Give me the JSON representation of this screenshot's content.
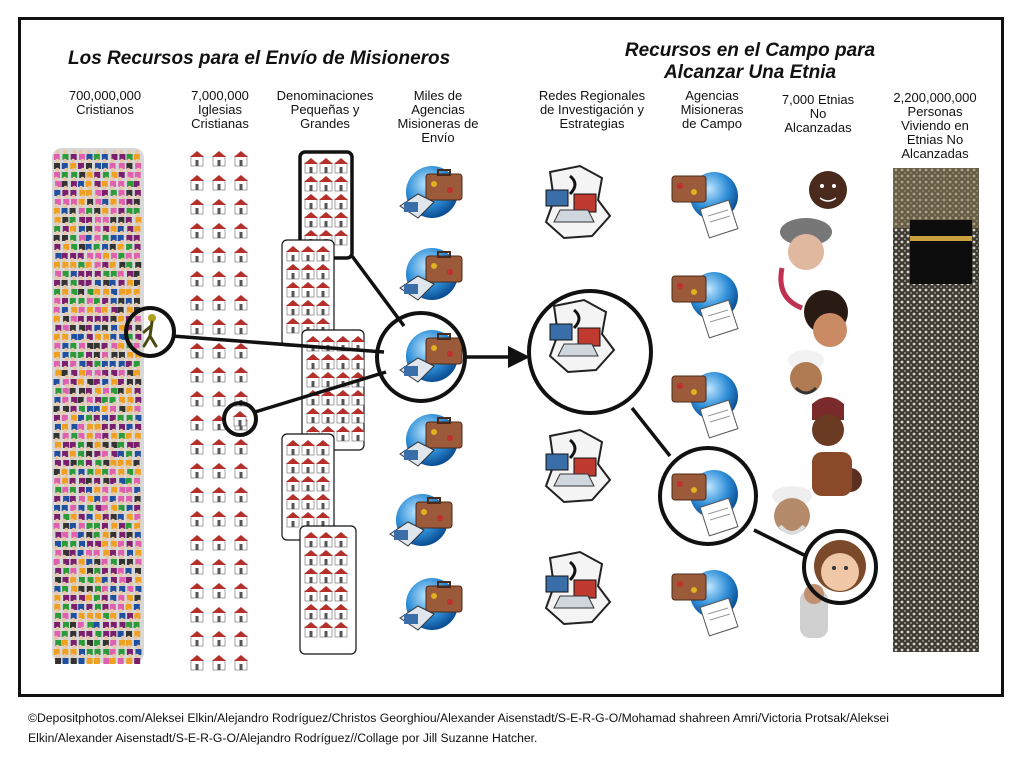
{
  "left_title": "Los Recursos para el Envío de Misioneros",
  "right_title_line1": "Recursos en el Campo para",
  "right_title_line2": "Alcanzar Una Etnia",
  "columns": [
    {
      "line1": "700,000,000",
      "line2": "Cristianos",
      "line3": "",
      "line4": ""
    },
    {
      "line1": "7,000,000",
      "line2": "Iglesias",
      "line3": "Cristianas",
      "line4": ""
    },
    {
      "line1": "Denominaciones",
      "line2": "Pequeñas y",
      "line3": "Grandes",
      "line4": ""
    },
    {
      "line1": "Miles de",
      "line2": "Agencias",
      "line3": "Misioneras de",
      "line4": "Envío"
    },
    {
      "line1": "Redes Regionales",
      "line2": "de Investigación y",
      "line3": "Estrategias",
      "line4": ""
    },
    {
      "line1": "Agencias",
      "line2": "Misioneras",
      "line3": "de Campo",
      "line4": ""
    },
    {
      "line1": "7,000 Etnias",
      "line2": "No",
      "line3": "Alcanzadas",
      "line4": ""
    },
    {
      "line1": "2,200,000,000",
      "line2": "Personas",
      "line3": "Viviendo en",
      "line4": "Etnias No Alcanzadas"
    }
  ],
  "credits_line1": "©Depositphotos.com/Aleksei Elkin/Alejandro Rodríguez/Christos Georghiou/Alexander Aisenstadt/S-E-R-G-O/Mohamad shahreen Amri/Victoria Protsak/Aleksei",
  "credits_line2": "Elkin/Alexander Aisenstadt/S-E-R-G-O/Alejandro Rodríguez//Collage por Jill Suzanne Hatcher.",
  "colors": {
    "frame": "#111111",
    "church_roof": "#b5302a",
    "globe": "#2f8fd8",
    "suitcase": "#9b5a3a",
    "crowd": [
      "#7a1f6e",
      "#2a9a3a",
      "#e060b0",
      "#1f4fa0",
      "#f0a020",
      "#333333"
    ]
  },
  "icons": [
    "person-icon",
    "church-icon",
    "globe-suitcase-icon",
    "map-puzzle-icon",
    "face-icon",
    "crowd-photo"
  ]
}
